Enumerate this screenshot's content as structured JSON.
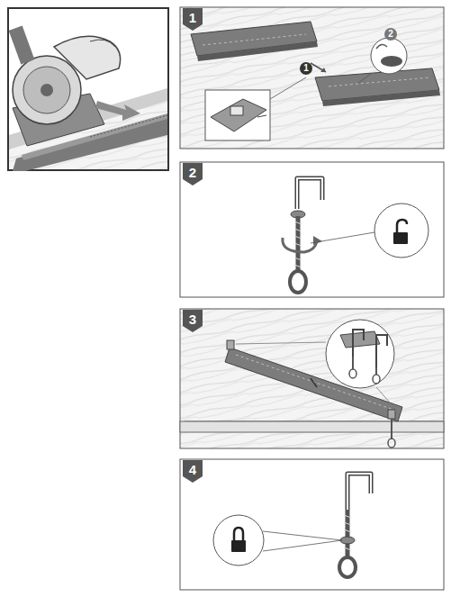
{
  "diagram": {
    "nodes": [
      {
        "text": [
          "1"
        ]
      },
      {
        "text": [
          "1"
        ]
      },
      {
        "text": [
          "2"
        ]
      },
      {
        "text": [
          "2"
        ]
      },
      {
        "text": [
          "3"
        ]
      },
      {
        "text": [
          "4"
        ]
      }
    ]
  }
}
